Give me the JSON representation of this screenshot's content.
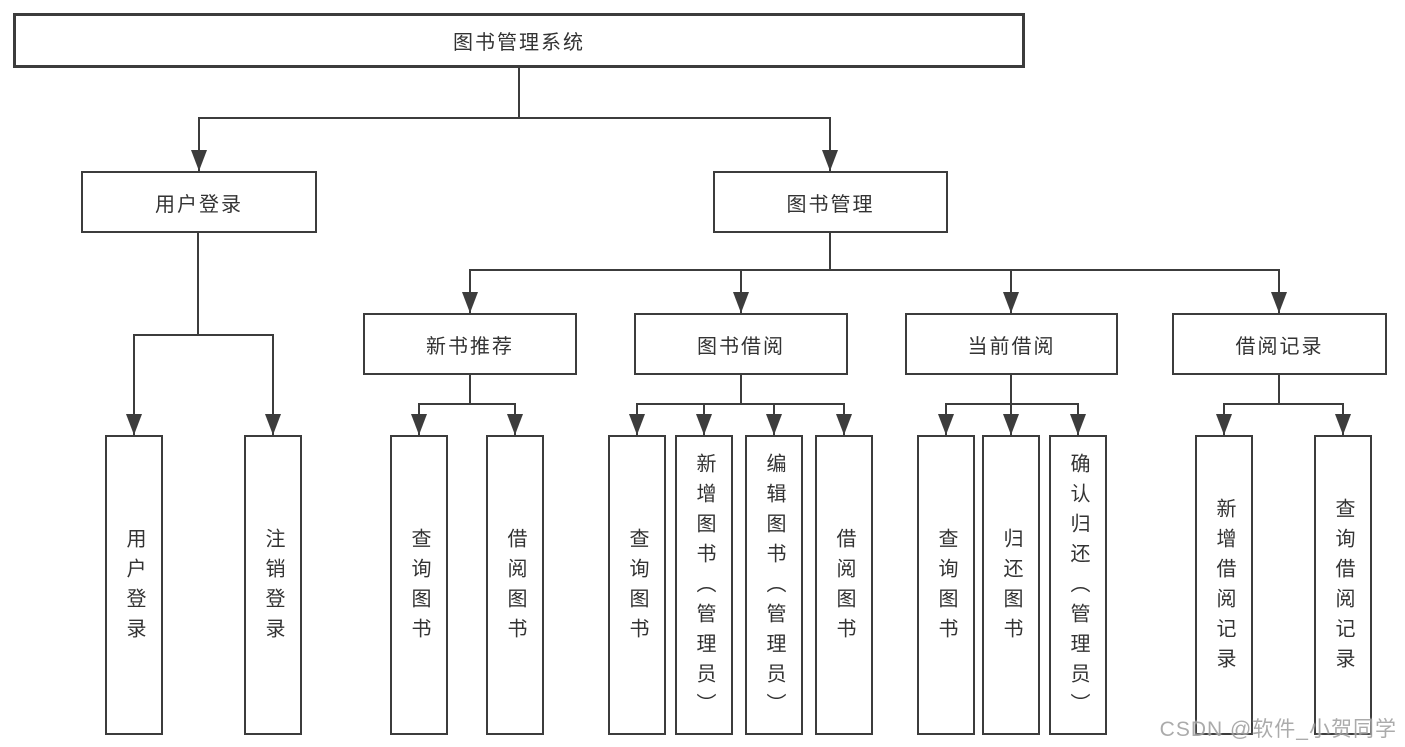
{
  "tree": {
    "root": "图书管理系统",
    "branches": [
      {
        "label": "用户登录",
        "children": [
          {
            "label": "用户登录"
          },
          {
            "label": "注销登录"
          }
        ]
      },
      {
        "label": "图书管理",
        "children": [
          {
            "label": "新书推荐",
            "children": [
              {
                "label": "查询图书"
              },
              {
                "label": "借阅图书"
              }
            ]
          },
          {
            "label": "图书借阅",
            "children": [
              {
                "label": "查询图书"
              },
              {
                "label": "新增图书（管理员）"
              },
              {
                "label": "编辑图书（管理员）"
              },
              {
                "label": "借阅图书"
              }
            ]
          },
          {
            "label": "当前借阅",
            "children": [
              {
                "label": "查询图书"
              },
              {
                "label": "归还图书"
              },
              {
                "label": "确认归还（管理员）"
              }
            ]
          },
          {
            "label": "借阅记录",
            "children": [
              {
                "label": "新增借阅记录"
              },
              {
                "label": "查询借阅记录"
              }
            ]
          }
        ]
      }
    ]
  },
  "watermark": "CSDN @软件_小贺同学",
  "colors": {
    "line": "#3c3c3c",
    "box_border": "#3c3c3c",
    "text": "#333333",
    "background": "#ffffff",
    "watermark": "#969696"
  }
}
